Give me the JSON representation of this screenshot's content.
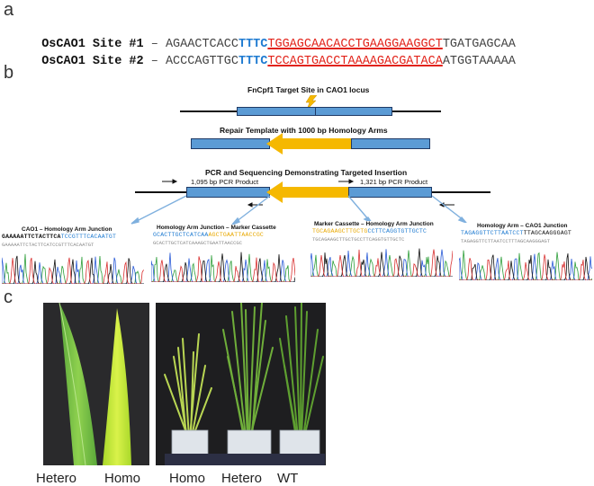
{
  "panels": {
    "a": "a",
    "b": "b",
    "c": "c"
  },
  "seq_site1": {
    "label": "OsCAO1 Site #1",
    "dash": "–",
    "prefix": "AGAACTCACC",
    "pam": "TTTC",
    "target": "TGGAGCAACACCTGAAGGAAGGCT",
    "suffix": "TGATGAGCAA"
  },
  "seq_site2": {
    "label": "OsCAO1 Site #2",
    "dash": "–",
    "prefix": "ACCCAGTTGC",
    "pam": "TTTC",
    "target": "TCCAGTGACCTAAAAGACGATACA",
    "suffix": "ATGGTAAAAA"
  },
  "diagram": {
    "title1": "FnCpf1 Target Site in CAO1 locus",
    "title2": "Repair Template with 1000 bp Homology Arms",
    "title3": "PCR and Sequencing Demonstrating Targeted Insertion",
    "product1": "1,095 bp PCR Product",
    "product2": "1,321 bp PCR Product"
  },
  "chromatograms": [
    {
      "title": "CAO1 – Homology Arm Junction",
      "seq_black": "GAAAAATTCTACTTCA",
      "seq_blue": "TCCGTTTCACAATGT",
      "seq_gold": "",
      "sub": "GAAAAATTCTACTTCATCCGTTTCACAATGT"
    },
    {
      "title": "Homology Arm Junction – Marker Cassette",
      "seq_black": "",
      "seq_blue": "GCACTTGCTCATCAA",
      "seq_gold": "AGCTGAATTAACCGC",
      "sub": "GCACTTGCTCATCAAAGCTGAATTAACCGC"
    },
    {
      "title": "Marker Cassette – Homology Arm Junction",
      "seq_black": "",
      "seq_blue": "",
      "seq_gold": "TGCAGAAGCTTGCTG",
      "seq_blue2": "CCTTCAGGTGTTGCTC",
      "sub": "TGCAGAAGCTTGCTGCCTTCAGGTGTTGCTC"
    },
    {
      "title": "Homology Arm – CAO1 Junction",
      "seq_black": "",
      "seq_blue": "TAGAGGTTCTTAATCCT",
      "seq_gold": "",
      "seq_black2": "TTAGCAAGGGAGT",
      "sub": "TAGAGGTTCTTAATCCTTTAGCAAGGGAGT"
    }
  ],
  "captions": {
    "leaf_hetero": "Hetero",
    "leaf_homo": "Homo",
    "plant_homo": "Homo",
    "plant_hetero": "Hetero",
    "plant_wt": "WT"
  },
  "colors": {
    "pam_blue": "#1f7bd1",
    "target_red": "#e2231a",
    "box_blue": "#5b9bd5",
    "cassette_gold": "#f5b800",
    "connector_blue": "#7fb0de"
  }
}
